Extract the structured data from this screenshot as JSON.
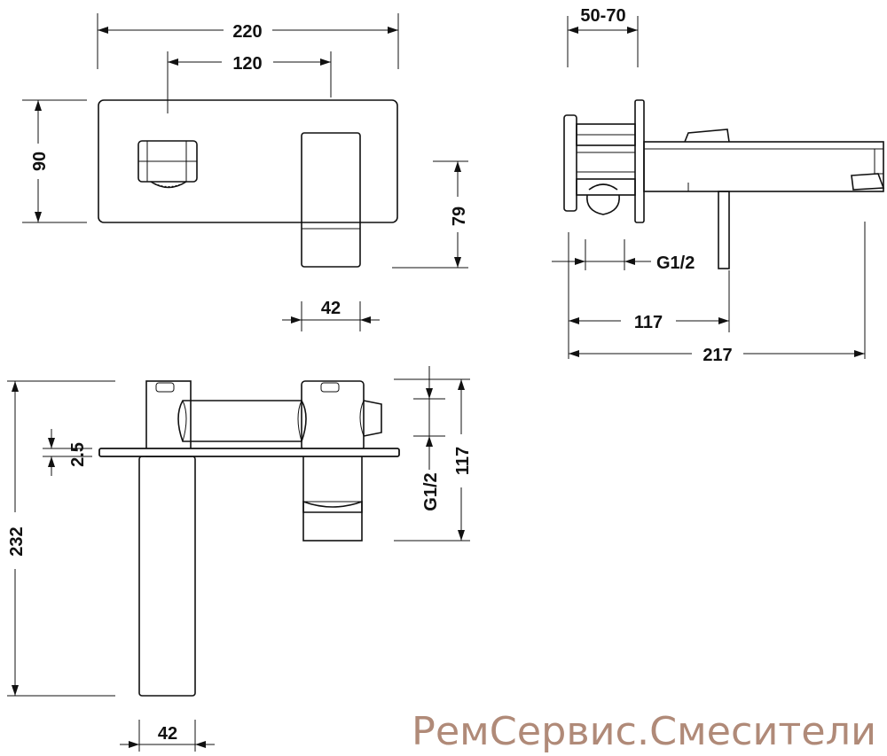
{
  "front_view": {
    "dim_width_total": "220",
    "dim_spout_offset": "120",
    "dim_plate_height": "90",
    "dim_handle_drop": "79",
    "dim_handle_width": "42"
  },
  "side_view": {
    "dim_wall_depth": "50-70",
    "dim_thread": "G1/2",
    "dim_handle_reach": "117",
    "dim_spout_reach": "217"
  },
  "top_view": {
    "dim_plate_thickness": "2.5",
    "dim_length_total": "232",
    "dim_thread": "G1/2",
    "dim_body_depth": "117",
    "dim_spout_width": "42"
  },
  "watermark": "РемСервис.Смесители"
}
